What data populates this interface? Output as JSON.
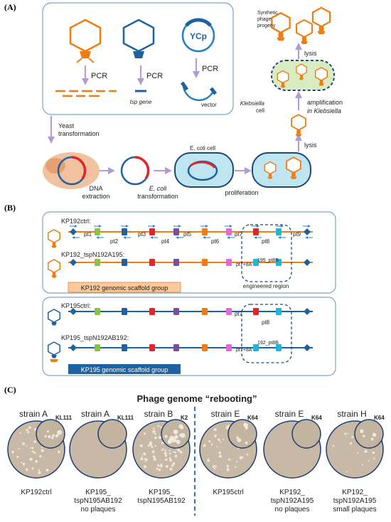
{
  "panels": {
    "a": "(A)",
    "b": "(B)",
    "c": "(C)"
  },
  "panel_a": {
    "pcr": "PCR",
    "tsp_gene": "tsp gene",
    "ycp": "YCp",
    "vector": "vector",
    "yeast_transformation_1": "Yeast",
    "yeast_transformation_2": "transformation",
    "dna_extraction_1": "DNA",
    "dna_extraction_2": "extraction",
    "ecoli_transformation_1": "E. coli",
    "ecoli_transformation_2": "transformation",
    "ecoli_cell": "E. coli cell",
    "proliferation": "proliferation",
    "lysis": "lysis",
    "amplification_1": "amplification",
    "amplification_2": "in Klebsiella",
    "klebsiella_1": "Klebsiella",
    "klebsiella_2": "cell",
    "progeny_1": "Synthetic",
    "progeny_2": "phage",
    "progeny_3": "progeny"
  },
  "panel_b": {
    "kp192ctrl": "KP192ctrl:",
    "kp192_tsp": "KP192_tspN192A195:",
    "kp192_group": "KP192 genomic scaffold group",
    "kp195ctrl": "KP195ctrl:",
    "kp195_tsp": "KP195_tspN192AB192:",
    "kp195_group": "KP195 genomic scaffold group",
    "engineered": "engineered region",
    "segments": [
      "pt1",
      "pt2",
      "pt3",
      "pt4",
      "pt5",
      "pt6",
      "pt7",
      "pt8",
      "pt9"
    ],
    "pt7_8a": "pt7+8A",
    "pt8b_195": "195_pt8B",
    "pt8b_192": "192_pt8B"
  },
  "panel_c": {
    "title": "Phage genome “rebooting”",
    "strains": [
      {
        "name": "strain A",
        "sub": "KL111",
        "caption": [
          "KP192ctrl"
        ]
      },
      {
        "name": "strain A",
        "sub": "KL111",
        "caption": [
          "KP195_",
          "tspN195AB192",
          "no plaques"
        ]
      },
      {
        "name": "strain B",
        "sub": "K2",
        "caption": [
          "KP195_",
          "tspN195AB192"
        ]
      },
      {
        "name": "strain E",
        "sub": "K64",
        "caption": [
          "KP195ctrl"
        ]
      },
      {
        "name": "strain E",
        "sub": "K64",
        "caption": [
          "KP192_",
          "tspN192A195",
          "no plaques"
        ]
      },
      {
        "name": "strain H",
        "sub": "K64",
        "caption": [
          "KP192_",
          "tspN192A195",
          "small plaques"
        ]
      }
    ]
  },
  "colors": {
    "orange": "#f07c12",
    "blue": "#1f62a0",
    "red": "#e02626",
    "green": "#8cc04a",
    "pink": "#e36ad6",
    "cyan": "#22b5d4",
    "purple": "#7a4f9a",
    "arrow": "#b39ad6",
    "panel_border": "#7aa6c8"
  }
}
